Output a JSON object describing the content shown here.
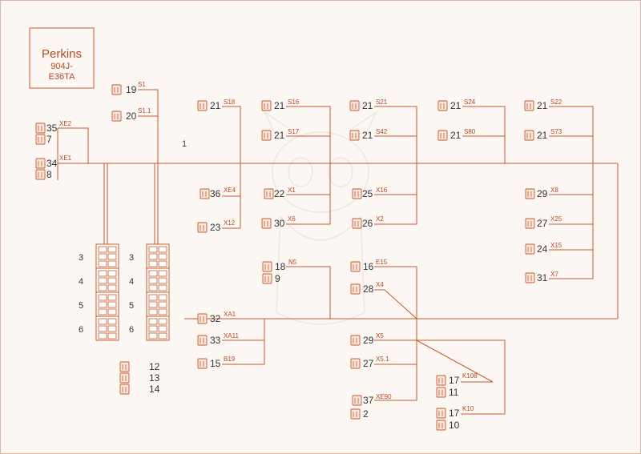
{
  "title_block": {
    "brand": "Perkins",
    "model_line1": "904J-",
    "model_line2": "E36TA"
  },
  "colors": {
    "line": "#c5582e",
    "text": "#b24a22",
    "background": "#fdf7f3",
    "frame": "#d9b8a6"
  },
  "main_line_label": "1",
  "components": [
    {
      "id": "c19",
      "number": "19",
      "label": "S1",
      "icon": "relay-icon"
    },
    {
      "id": "c20",
      "number": "20",
      "label": "S1.1",
      "icon": "relay-icon"
    },
    {
      "id": "c35",
      "number": "35",
      "label": "XE2",
      "icon": "plug-icon"
    },
    {
      "id": "c7",
      "number": "7",
      "label": "",
      "icon": "sensor-icon"
    },
    {
      "id": "c34",
      "number": "34",
      "label": "XE1",
      "icon": "thermo-icon"
    },
    {
      "id": "c8",
      "number": "8",
      "label": "",
      "icon": "resistor-icon"
    },
    {
      "id": "s18",
      "number": "21",
      "label": "S18",
      "icon": "splice-icon"
    },
    {
      "id": "s16",
      "number": "21",
      "label": "S16",
      "icon": "splice-icon"
    },
    {
      "id": "s17",
      "number": "21",
      "label": "S17",
      "icon": "splice-icon"
    },
    {
      "id": "s21",
      "number": "21",
      "label": "S21",
      "icon": "splice-icon"
    },
    {
      "id": "s42",
      "number": "21",
      "label": "S42",
      "icon": "splice-icon"
    },
    {
      "id": "s24",
      "number": "21",
      "label": "S24",
      "icon": "splice-icon"
    },
    {
      "id": "s80",
      "number": "21",
      "label": "S80",
      "icon": "splice-icon"
    },
    {
      "id": "s22",
      "number": "21",
      "label": "S22",
      "icon": "splice-icon"
    },
    {
      "id": "s73",
      "number": "21",
      "label": "S73",
      "icon": "splice-icon"
    },
    {
      "id": "c36",
      "number": "36",
      "label": "XE4",
      "icon": "fuse-icon"
    },
    {
      "id": "c23",
      "number": "23",
      "label": "X12",
      "icon": "connector-icon"
    },
    {
      "id": "c22",
      "number": "22",
      "label": "X1",
      "icon": "connector-icon"
    },
    {
      "id": "c30",
      "number": "30",
      "label": "X6",
      "icon": "connector-icon"
    },
    {
      "id": "c25",
      "number": "25",
      "label": "X16",
      "icon": "connector-icon"
    },
    {
      "id": "c26",
      "number": "26",
      "label": "X2",
      "icon": "connector-icon"
    },
    {
      "id": "c29a",
      "number": "29",
      "label": "X8",
      "icon": "connector-icon"
    },
    {
      "id": "c27a",
      "number": "27",
      "label": "X25",
      "icon": "connector-icon"
    },
    {
      "id": "c24",
      "number": "24",
      "label": "X15",
      "icon": "connector-icon"
    },
    {
      "id": "c31",
      "number": "31",
      "label": "X7",
      "icon": "connector-icon"
    },
    {
      "id": "c18",
      "number": "18",
      "label": "N5",
      "icon": "module-icon"
    },
    {
      "id": "c9",
      "number": "9",
      "label": "",
      "icon": "motor-icon"
    },
    {
      "id": "c16",
      "number": "16",
      "label": "E15",
      "icon": "lamp-icon"
    },
    {
      "id": "c28",
      "number": "28",
      "label": "X4",
      "icon": "connector-icon"
    },
    {
      "id": "c32",
      "number": "32",
      "label": "XA1",
      "icon": "ecu-icon"
    },
    {
      "id": "c33",
      "number": "33",
      "label": "XA11",
      "icon": "cable-icon"
    },
    {
      "id": "c15",
      "number": "15",
      "label": "B19",
      "icon": "sensor-icon"
    },
    {
      "id": "c29b",
      "number": "29",
      "label": "X5",
      "icon": "connector-icon"
    },
    {
      "id": "c27b",
      "number": "27",
      "label": "X5.1",
      "icon": "connector-icon"
    },
    {
      "id": "c17a",
      "number": "17",
      "label": "K108",
      "icon": "relay-icon"
    },
    {
      "id": "c11",
      "number": "11",
      "label": "",
      "icon": "coil-icon"
    },
    {
      "id": "c17b",
      "number": "17",
      "label": "K10",
      "icon": "relay-icon"
    },
    {
      "id": "c10",
      "number": "10",
      "label": "",
      "icon": "coil-icon"
    },
    {
      "id": "c37",
      "number": "37",
      "label": "XE90",
      "icon": "fuse-icon"
    },
    {
      "id": "c2",
      "number": "2",
      "label": "",
      "icon": "battery-icon"
    },
    {
      "id": "c12",
      "number": "12",
      "label": "",
      "icon": "terminal-icon"
    },
    {
      "id": "c13",
      "number": "13",
      "label": "",
      "icon": "terminal-icon"
    },
    {
      "id": "c14",
      "number": "14",
      "label": "",
      "icon": "terminal-icon"
    },
    {
      "id": "cn3a",
      "number": "3",
      "label": "",
      "icon": "connector-block-icon"
    },
    {
      "id": "cn4a",
      "number": "4",
      "label": "",
      "icon": "connector-block-icon"
    },
    {
      "id": "cn5a",
      "number": "5",
      "label": "",
      "icon": "connector-block-icon"
    },
    {
      "id": "cn6a",
      "number": "6",
      "label": "",
      "icon": "connector-block-icon"
    },
    {
      "id": "cn3b",
      "number": "3",
      "label": "",
      "icon": "connector-block-icon"
    },
    {
      "id": "cn4b",
      "number": "4",
      "label": "",
      "icon": "connector-block-icon"
    },
    {
      "id": "cn5b",
      "number": "5",
      "label": "",
      "icon": "connector-block-icon"
    },
    {
      "id": "cn6b",
      "number": "6",
      "label": "",
      "icon": "connector-block-icon"
    }
  ]
}
